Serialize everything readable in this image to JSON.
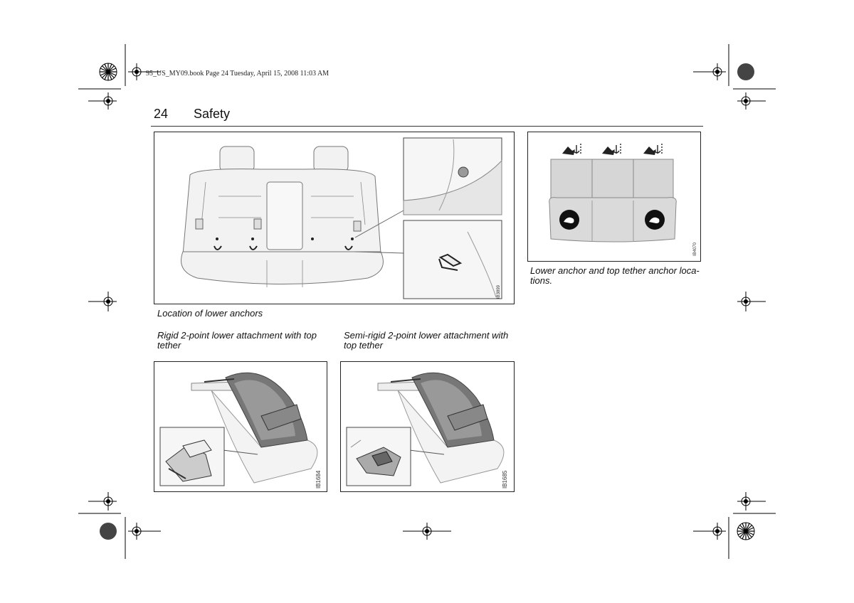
{
  "header": {
    "print_line": "95_US_MY09.book  Page 24  Tuesday, April 15, 2008  11:03 AM",
    "page_number": "24",
    "section_title": "Safety"
  },
  "figures": {
    "rear_seat": {
      "code": "IB3899",
      "caption": "Location of lower anchors"
    },
    "anchor_diagram": {
      "code": "IB4070",
      "caption": "Lower anchor and top tether anchor loca-\ntions."
    },
    "rigid": {
      "code": "IB1684",
      "caption": "Rigid 2-point lower attachment with top\ntether"
    },
    "semi_rigid": {
      "code": "IB1685",
      "caption": "Semi-rigid 2-point lower attachment with\ntop tether"
    }
  },
  "colors": {
    "rule": "#333333",
    "line_art": "#555555",
    "seat_fill": "#dcdcdc",
    "seat_dark": "#888888"
  }
}
